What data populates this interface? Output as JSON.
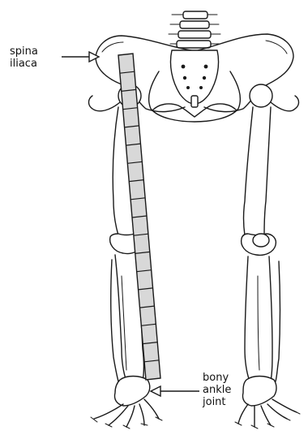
{
  "labels": {
    "top": [
      "spina",
      "iliaca"
    ],
    "bottom": [
      "bony",
      "ankle",
      "joint"
    ]
  },
  "ruler": {
    "segments": 18,
    "fill": "#d8d8d8"
  },
  "colors": {
    "line": "#1a1a1a",
    "background": "#ffffff"
  }
}
